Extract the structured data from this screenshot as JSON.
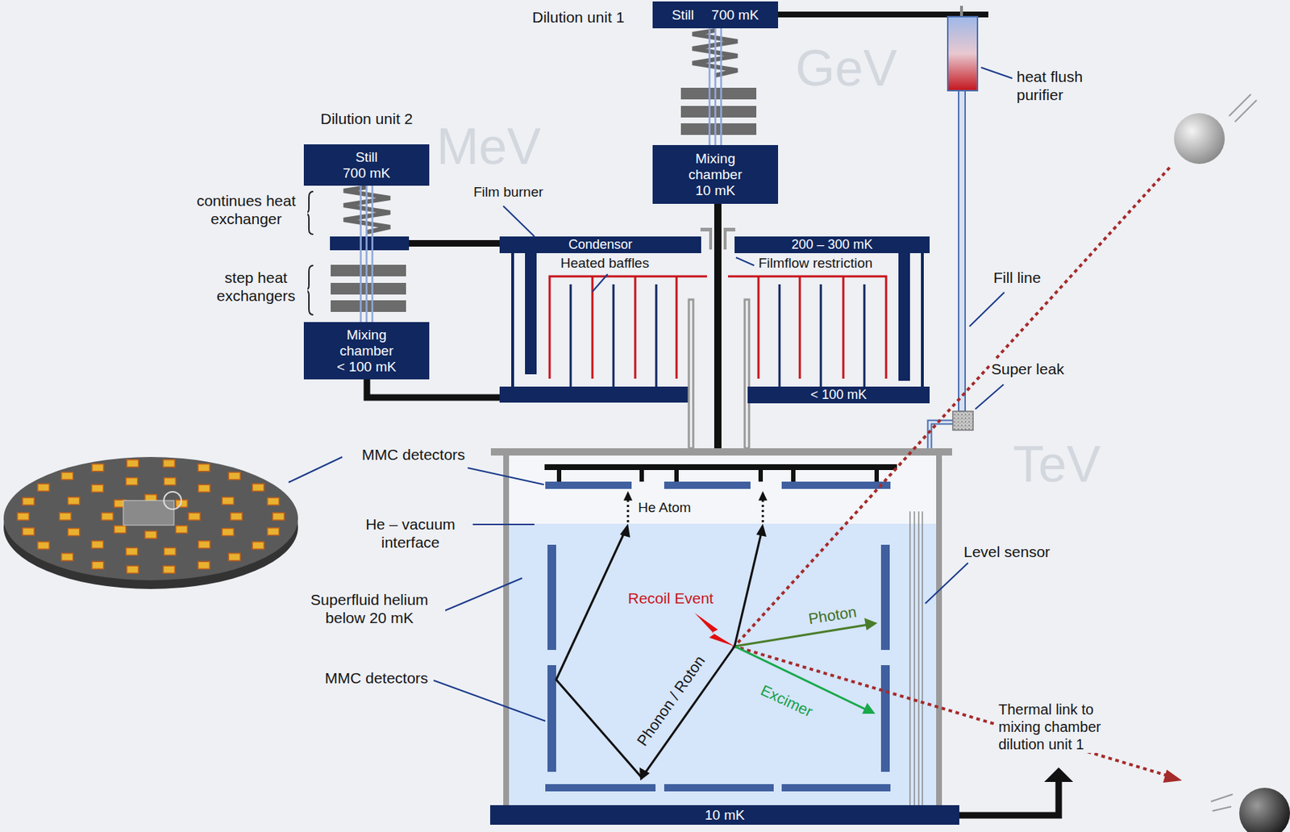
{
  "diagram": {
    "nodes": [
      {
        "text": [
          "Still",
          "700 mK"
        ]
      },
      {
        "text": [
          "Mixing chamber",
          "10 mK"
        ]
      },
      {
        "text": [
          "Still",
          "700 mK"
        ]
      },
      {
        "text": [
          "Mixing chamber",
          "< 100 mK"
        ]
      },
      {
        "text": [
          "Condensor"
        ]
      },
      {
        "text": [
          "200 – 300 mK"
        ]
      },
      {
        "text": [
          "< 100 mK"
        ]
      },
      {
        "text": [
          "10 mK"
        ]
      }
    ],
    "edges": [
      {
        "from": 0,
        "to": 1,
        "arrow": "none"
      },
      {
        "from": 2,
        "to": 3,
        "arrow": "none"
      }
    ],
    "labels": [
      "Dilution unit 1",
      "Dilution unit 2",
      "continues heat exchanger",
      "step heat exchangers",
      "Film burner",
      "Heated baffles",
      "Filmflow restriction",
      "heat flush purifier",
      "Fill line",
      "Super leak",
      "MMC detectors",
      "He Atom",
      "He – vacuum interface",
      "Recoil Event",
      "Superfluid helium below 20 mK",
      "Level sensor",
      "Photon",
      "Excimer",
      "MMC detectors",
      "Phonon / Roton",
      "Thermal link to mixing chamber dilution unit 1",
      "GeV",
      "MeV",
      "TeV"
    ]
  }
}
